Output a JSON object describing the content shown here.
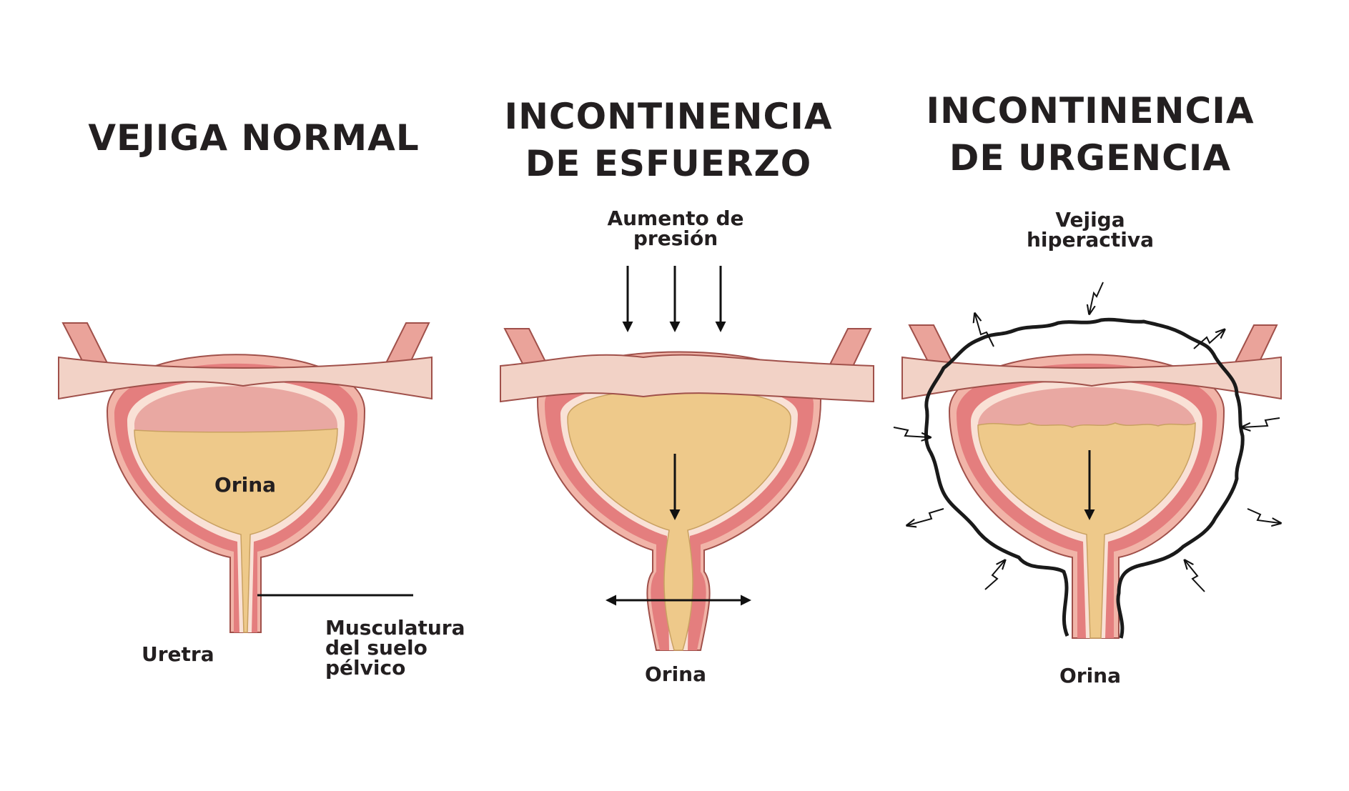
{
  "panels": {
    "normal": {
      "title": "VEJIGA NORMAL",
      "urine_label": "Orina",
      "urethra_label": "Uretra",
      "muscle_label_line1": "Musculatura",
      "muscle_label_line2": "del suelo",
      "muscle_label_line3": "pélvico"
    },
    "stress": {
      "title_line1": "INCONTINENCIA",
      "title_line2": "DE ESFUERZO",
      "pressure_line1": "Aumento de",
      "pressure_line2": "presión",
      "urine_label": "Orina"
    },
    "urge": {
      "title_line1": "INCONTINENCIA",
      "title_line2": "DE URGENCIA",
      "overactive_line1": "Vejiga",
      "overactive_line2": "hiperactiva",
      "urine_label": "Orina"
    }
  },
  "colors": {
    "band": "#f2d2c6",
    "wall": "#e47e7e",
    "outer_wall": "#f1b4a8",
    "urine": "#eec98a",
    "urine_top": "#e9a8a2",
    "lining": "#f9e1d6",
    "outline": "#1a1a1a"
  }
}
